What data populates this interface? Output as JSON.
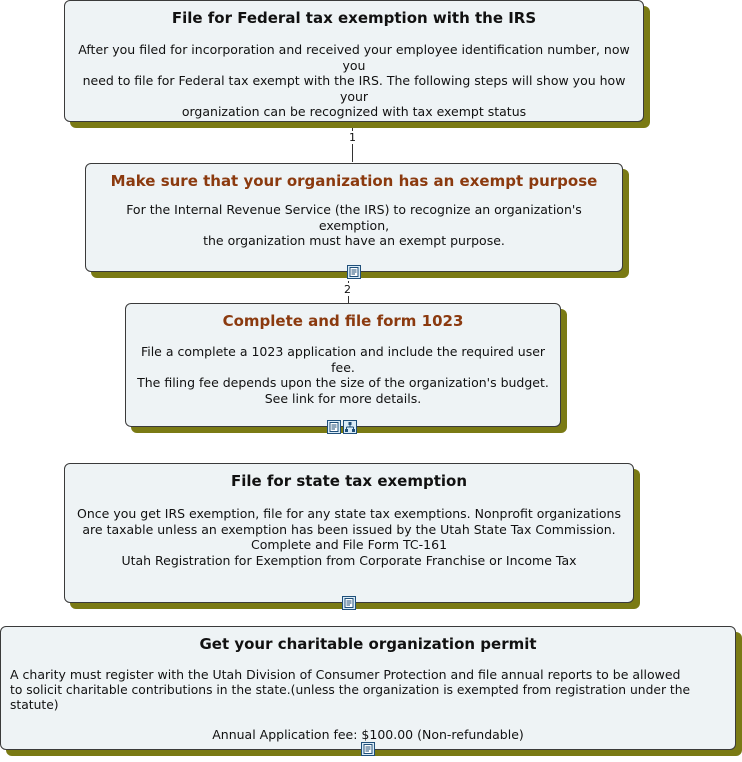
{
  "nodes": [
    {
      "title": "File for Federal tax exemption with the IRS",
      "lines": [
        "After you filed for incorporation and received your employee identification number, now you",
        "need to file for Federal tax exempt with the IRS. The following steps will show you how your",
        "organization can be recognized with tax exempt status"
      ]
    },
    {
      "title": "Make sure that your organization has an exempt purpose",
      "lines": [
        "For the Internal Revenue Service (the IRS) to recognize an organization's exemption,",
        "the organization must have an exempt purpose."
      ]
    },
    {
      "title": "Complete and file form 1023",
      "lines": [
        "File a complete a 1023 application and include the required user fee.",
        "The filing fee depends upon the size of the organization's budget.",
        "See link for more details."
      ]
    },
    {
      "title": "File for state tax exemption",
      "lines": [
        "Once you get IRS exemption, file for any state tax exemptions. Nonprofit organizations",
        "are taxable unless an exemption has been issued by the Utah State Tax Commission.",
        "Complete and File Form TC-161",
        "Utah Registration for Exemption from Corporate Franchise or Income Tax"
      ]
    },
    {
      "title": "Get your charitable organization permit",
      "lines": [
        "A charity must register with the Utah Division of Consumer Protection and file annual reports  to be allowed",
        "to solicit charitable contributions in the state.(unless the organization is exempted from registration under the statute)",
        "",
        "Annual Application fee: $100.00 (Non-refundable)"
      ]
    }
  ],
  "connectors": [
    "1",
    "2"
  ],
  "icons": {
    "note": "note-icon",
    "hierarchy": "hierarchy-icon"
  },
  "colors": {
    "box_fill": "#eef3f5",
    "shadow": "#7a7a14",
    "accent_title": "#8b3a0f"
  }
}
